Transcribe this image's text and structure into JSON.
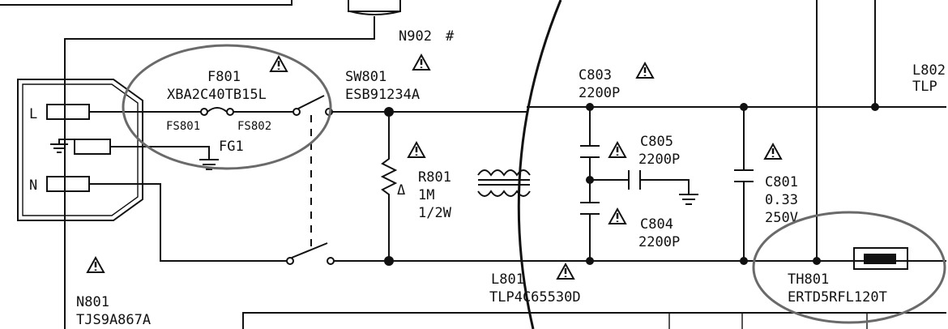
{
  "labels": {
    "n902": "N902",
    "n902_mark": "#",
    "f801": "F801",
    "f801_part": "XBA2C40TB15L",
    "fs801": "FS801",
    "fs802": "FS802",
    "sw801": "SW801",
    "sw801_part": "ESB91234A",
    "c803": "C803",
    "c803_val": "2200P",
    "l802": "L802",
    "l802_part": "TLP",
    "fg1": "FG1",
    "pin_l": "L",
    "pin_n": "N",
    "r801": "R801",
    "r801_val": "1M",
    "r801_pow": "1/2W",
    "r801_mark": "Δ",
    "c805": "C805",
    "c805_val": "2200P",
    "c801": "C801",
    "c801_val": "0.33",
    "c801_volt": "250V",
    "c804": "C804",
    "c804_val": "2200P",
    "th801": "TH801",
    "th801_part": "ERTD5RFL120T",
    "l801": "L801",
    "l801_part": "TLP4C65530D",
    "n801": "N801",
    "n801_part": "TJS9A867A"
  },
  "icons": {
    "safety_warning": "triangle-exclamation-icon"
  }
}
